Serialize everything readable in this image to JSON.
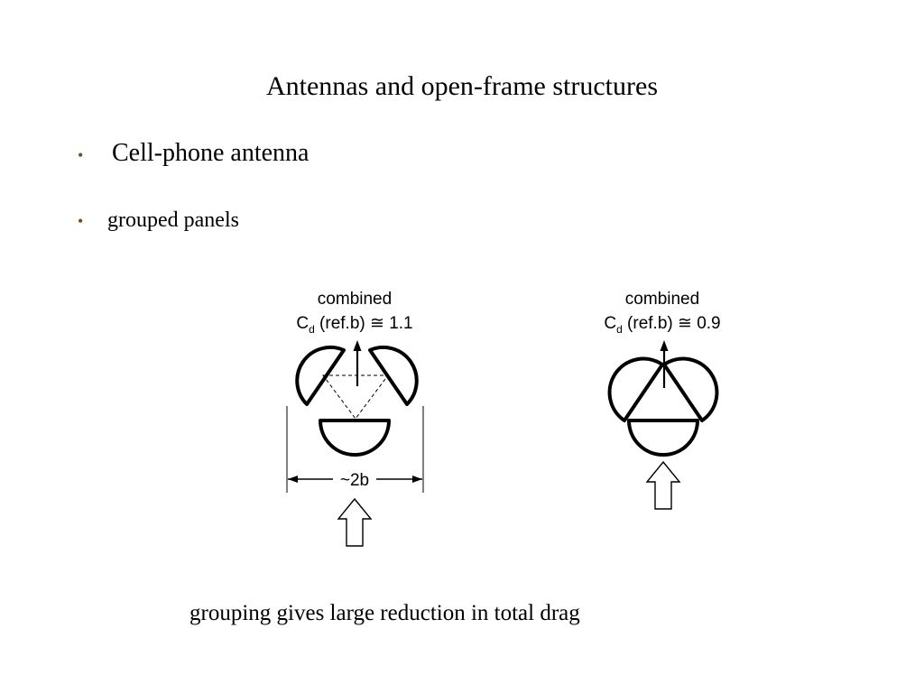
{
  "title": "Antennas and open-frame structures",
  "bullets": [
    {
      "text": "Cell-phone antenna",
      "marker": "•"
    },
    {
      "text": "grouped panels",
      "marker": "•"
    }
  ],
  "left_diagram": {
    "line1": "combined",
    "cd_symbol": "C",
    "cd_subscript": "d",
    "cd_rest": " (ref.b) ≅ 1.1",
    "width_label": "~2b"
  },
  "right_diagram": {
    "line1": "combined",
    "cd_symbol": "C",
    "cd_subscript": "d",
    "cd_rest": " (ref.b) ≅ 0.9"
  },
  "caption": "grouping gives large reduction in total drag"
}
